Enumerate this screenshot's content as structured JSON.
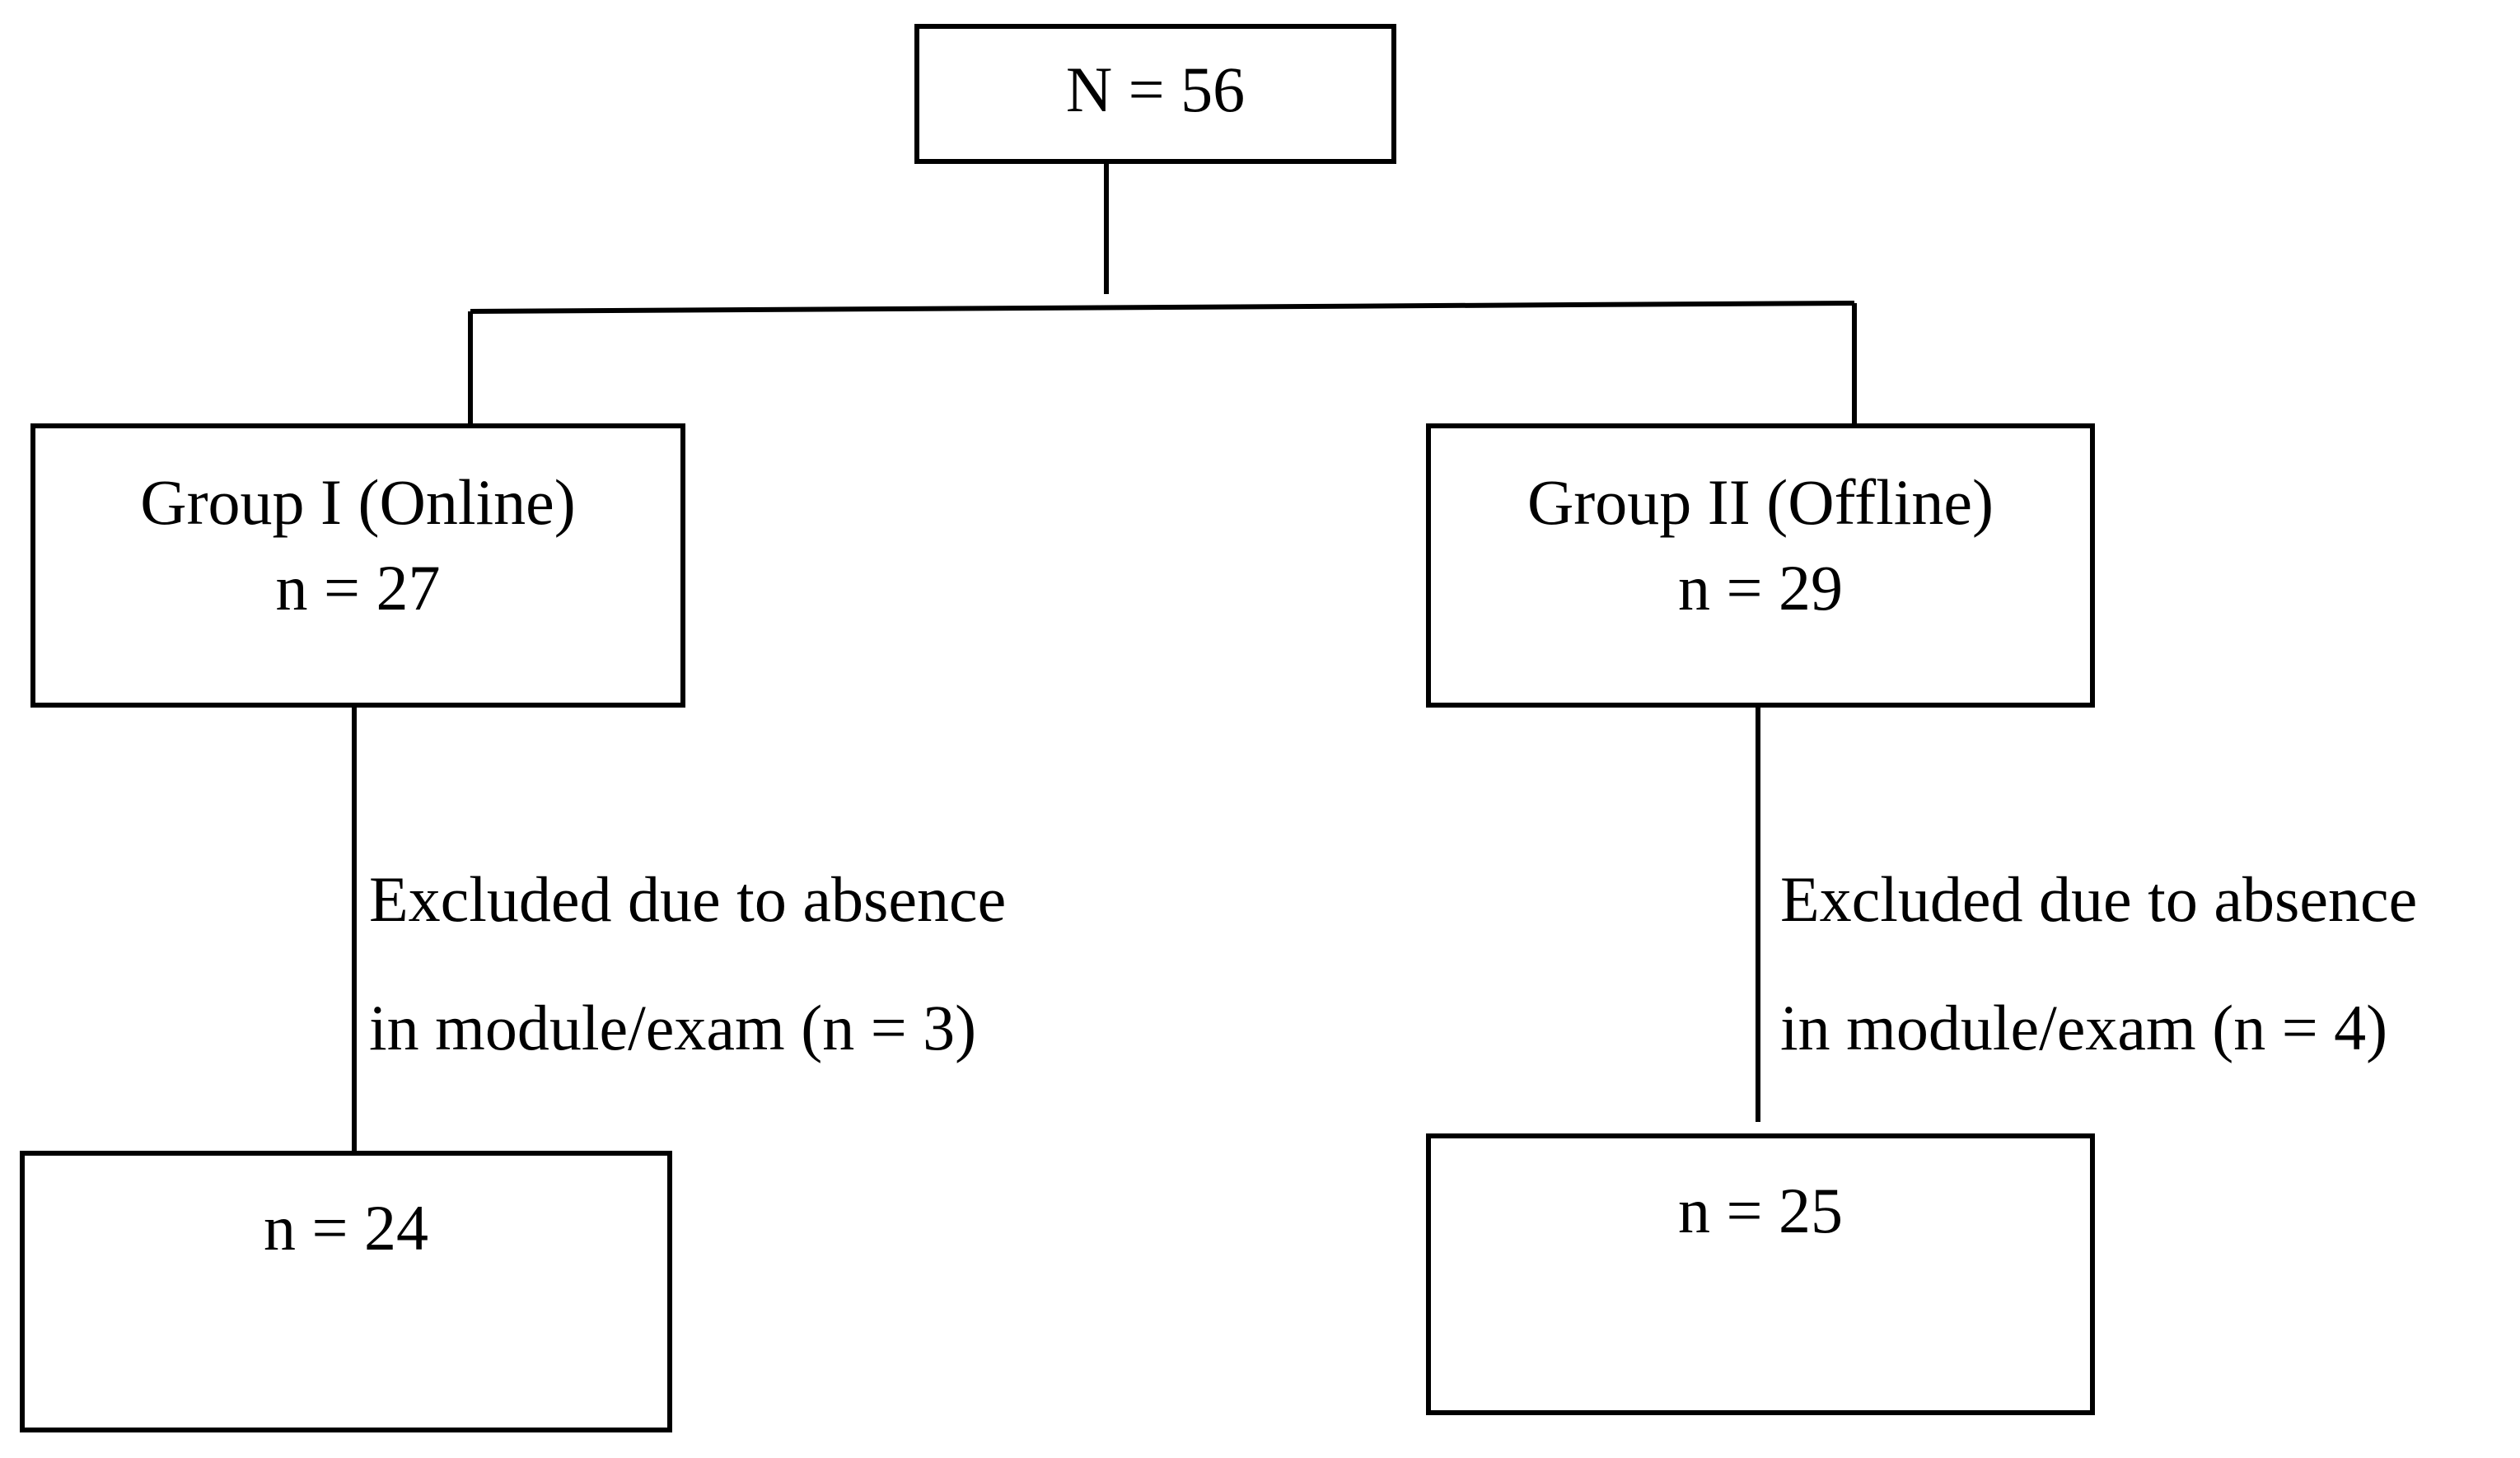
{
  "flowchart": {
    "total": {
      "label": "N = 56"
    },
    "group1": {
      "title": "Group I (Online)",
      "count": "n = 27",
      "exclusion_line1": "Excluded due to absence",
      "exclusion_line2": "in module/exam (n = 3)",
      "final_count": "n = 24"
    },
    "group2": {
      "title": "Group II (Offline)",
      "count": "n = 29",
      "exclusion_line1": "Excluded due to absence",
      "exclusion_line2": "in module/exam (n = 4)",
      "final_count": "n = 25"
    }
  }
}
